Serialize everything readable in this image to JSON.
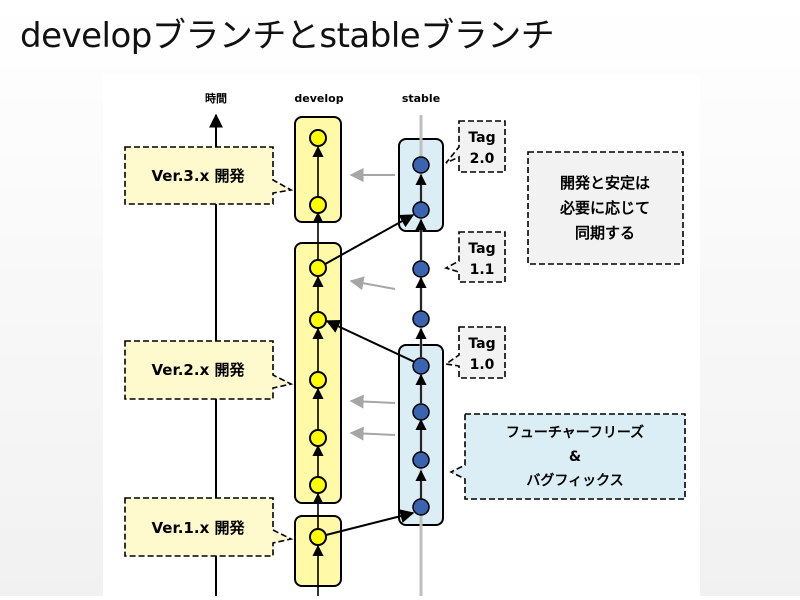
{
  "title": "developブランチとstableブランチ",
  "columns": {
    "time": "時間",
    "develop": "develop",
    "stable": "stable"
  },
  "version_callouts": [
    {
      "label": "Ver.3.x 開発"
    },
    {
      "label": "Ver.2.x 開発"
    },
    {
      "label": "Ver.1.x 開発"
    }
  ],
  "tags": [
    {
      "line1": "Tag",
      "line2": "2.0"
    },
    {
      "line1": "Tag",
      "line2": "1.1"
    },
    {
      "line1": "Tag",
      "line2": "1.0"
    }
  ],
  "note_sync": {
    "lines": [
      "開発と安定は",
      "必要に応じて",
      "同期する"
    ]
  },
  "note_freeze": {
    "lines": [
      "フューチャーフリーズ",
      "&",
      "バグフィックス"
    ]
  },
  "colors": {
    "develop_fill": "#fff9a8",
    "develop_node": "#ffff00",
    "stable_fill": "#dbeef5",
    "stable_node": "#3a64b0",
    "callout_yellow": "#fffacd",
    "callout_blue": "#dbeef5",
    "note_gray": "#f2f2f2",
    "merge_arrow": "#a6a6a6"
  }
}
